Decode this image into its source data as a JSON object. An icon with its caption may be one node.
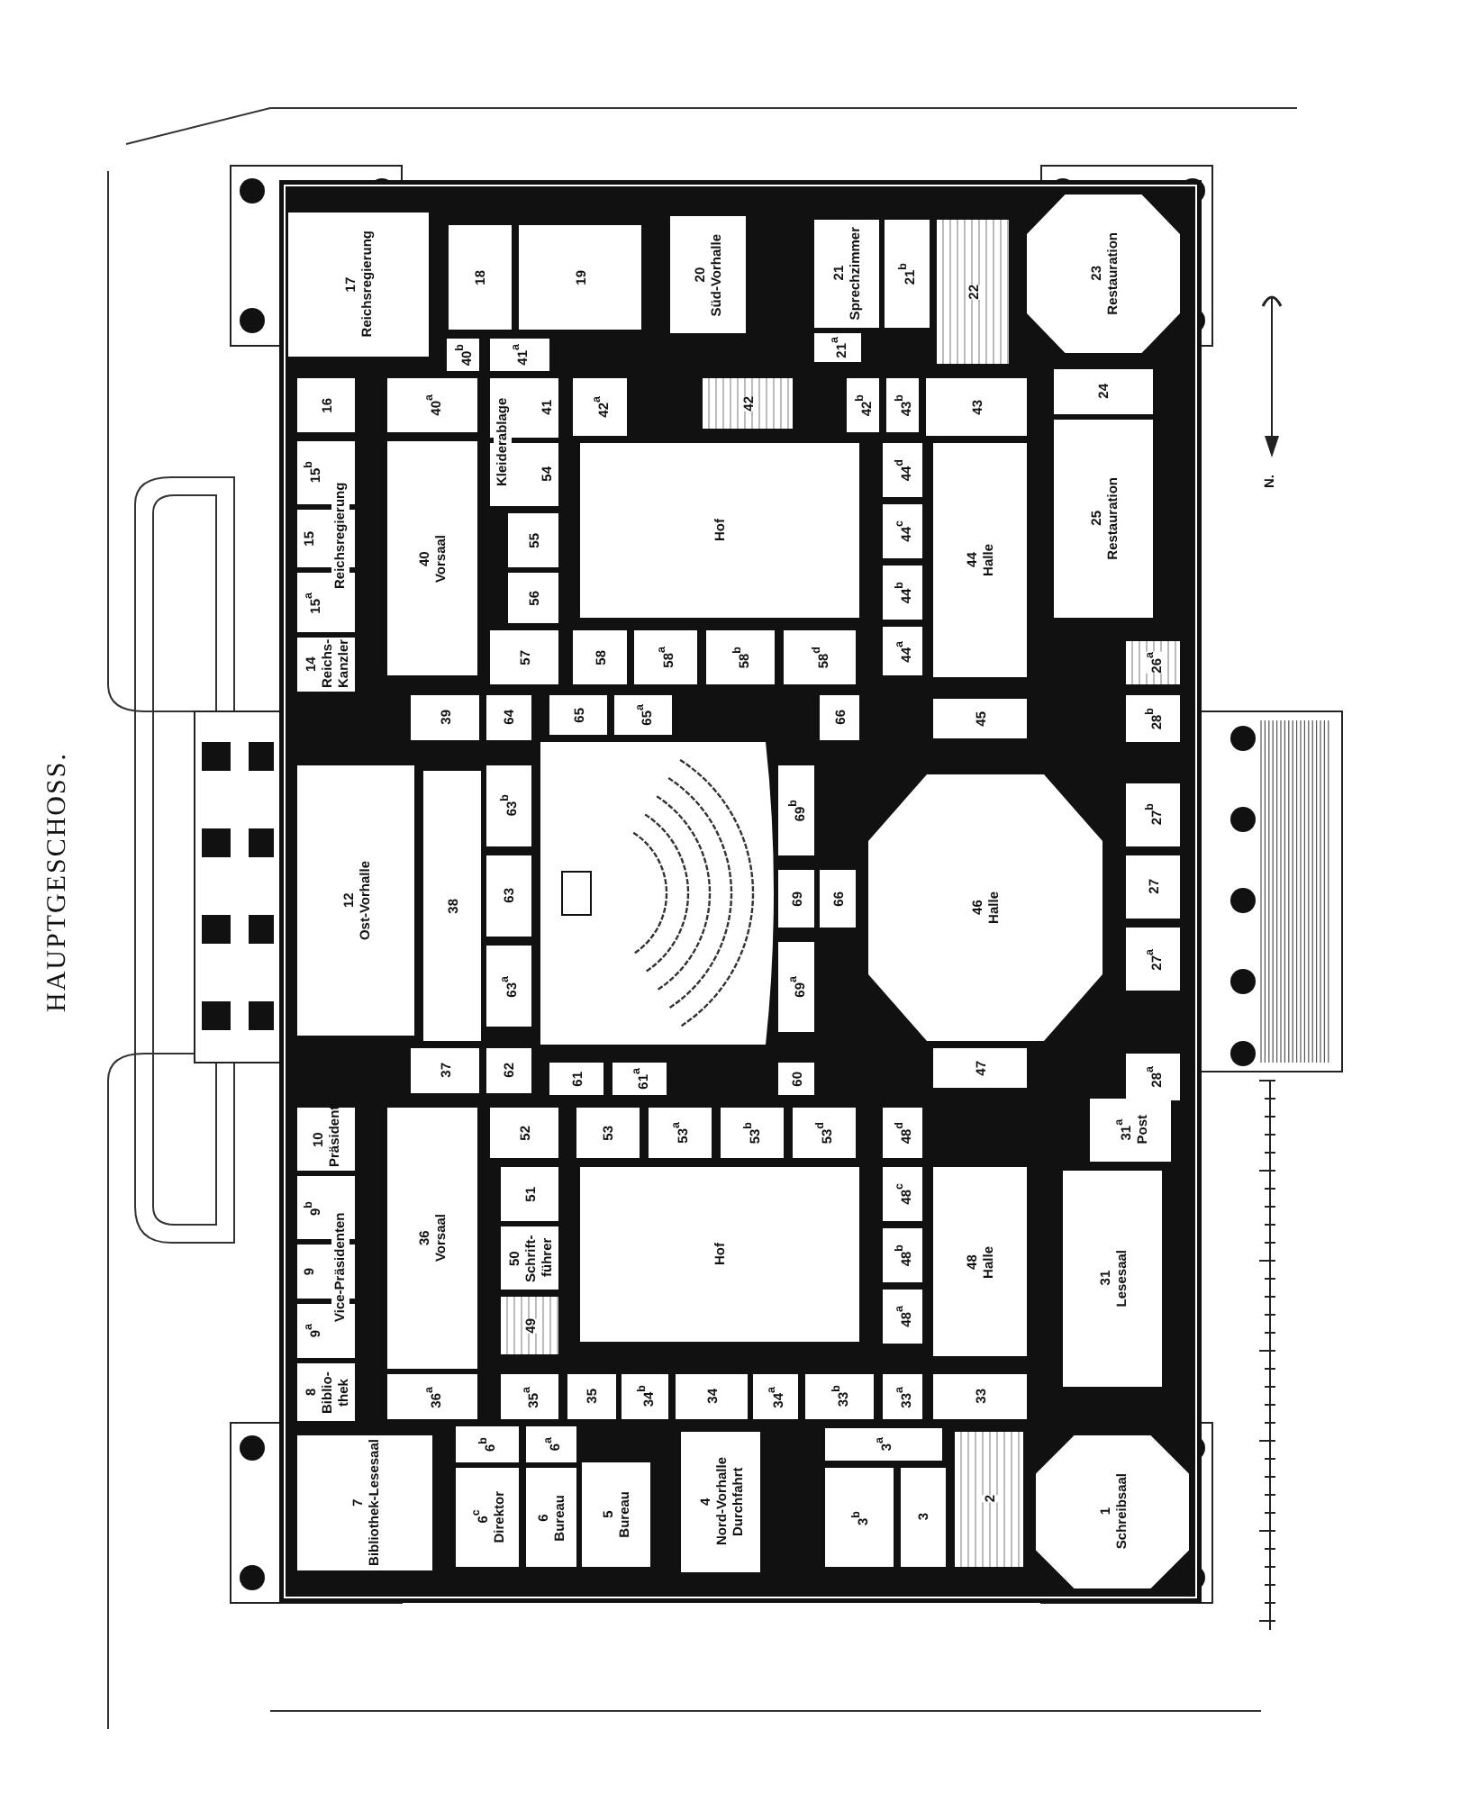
{
  "diagram": {
    "title": "HAUPTGESCHOSS.",
    "nodes": [
      {
        "text": [
          "17",
          "Reichsregierung"
        ]
      },
      {
        "text": [
          "18"
        ]
      },
      {
        "text": [
          "19"
        ]
      },
      {
        "text": [
          "20",
          "Süd-Vorhalle"
        ]
      },
      {
        "text": [
          "21",
          "Sprechzimmer"
        ]
      },
      {
        "text": [
          "21$^{b}$"
        ]
      },
      {
        "text": [
          "21$^{a}$"
        ]
      },
      {
        "text": [
          "22"
        ]
      },
      {
        "text": [
          "23",
          "Restauration"
        ]
      },
      {
        "text": [
          "40$^{b}$"
        ]
      },
      {
        "text": [
          "41$^{a}$"
        ]
      },
      {
        "text": [
          "16"
        ]
      },
      {
        "text": [
          "40$^{a}$"
        ]
      },
      {
        "text": [
          "41"
        ]
      },
      {
        "text": [
          "42$^{a}$"
        ]
      },
      {
        "text": [
          "42"
        ]
      },
      {
        "text": [
          "42$^{b}$"
        ]
      },
      {
        "text": [
          "43$^{b}$"
        ]
      },
      {
        "text": [
          "43"
        ]
      },
      {
        "text": [
          "24"
        ]
      },
      {
        "text": [
          "15$^{b}$"
        ]
      },
      {
        "text": [
          "15"
        ]
      },
      {
        "text": [
          "15$^{a}$"
        ]
      },
      {
        "text": [
          "40",
          "Vorsaal"
        ]
      },
      {
        "text": [
          "54"
        ]
      },
      {
        "text": [
          "55"
        ]
      },
      {
        "text": [
          "56"
        ]
      },
      {
        "text": [
          "Hof"
        ]
      },
      {
        "text": [
          "44$^{d}$"
        ]
      },
      {
        "text": [
          "44$^{c}$"
        ]
      },
      {
        "text": [
          "44$^{b}$"
        ]
      },
      {
        "text": [
          "44$^{a}$"
        ]
      },
      {
        "text": [
          "44",
          "Halle"
        ]
      },
      {
        "text": [
          "25",
          "Restauration"
        ]
      },
      {
        "text": [
          "14",
          "Reichs-Kanzler"
        ]
      },
      {
        "text": [
          "57"
        ]
      },
      {
        "text": [
          "58"
        ]
      },
      {
        "text": [
          "58$^{a}$"
        ]
      },
      {
        "text": [
          "58$^{b}$"
        ]
      },
      {
        "text": [
          "58$^{d}$"
        ]
      },
      {
        "text": [
          "26$^{a}$"
        ]
      },
      {
        "text": [
          "39"
        ]
      },
      {
        "text": [
          "64"
        ]
      },
      {
        "text": [
          "65"
        ]
      },
      {
        "text": [
          "65$^{a}$"
        ]
      },
      {
        "text": [
          "66"
        ]
      },
      {
        "text": [
          "45"
        ]
      },
      {
        "text": [
          "28$^{b}$"
        ]
      },
      {
        "text": [
          "12",
          "Ost-Vorhalle"
        ]
      },
      {
        "text": [
          "38"
        ]
      },
      {
        "text": [
          "63$^{b}$"
        ]
      },
      {
        "text": [
          "63"
        ]
      },
      {
        "text": [
          "63$^{a}$"
        ]
      },
      {
        "text": [
          "69$^{b}$"
        ]
      },
      {
        "text": [
          "69"
        ]
      },
      {
        "text": [
          "66"
        ]
      },
      {
        "text": [
          "69$^{a}$"
        ]
      },
      {
        "text": [
          "46",
          "Halle"
        ]
      },
      {
        "text": [
          "27$^{b}$"
        ]
      },
      {
        "text": [
          "27"
        ]
      },
      {
        "text": [
          "27$^{a}$"
        ]
      },
      {
        "text": [
          "37"
        ]
      },
      {
        "text": [
          "62"
        ]
      },
      {
        "text": [
          "61"
        ]
      },
      {
        "text": [
          "61$^{a}$"
        ]
      },
      {
        "text": [
          "60"
        ]
      },
      {
        "text": [
          "47"
        ]
      },
      {
        "text": [
          "28$^{a}$"
        ]
      },
      {
        "text": [
          "10",
          "Präsident"
        ]
      },
      {
        "text": [
          "9$^{b}$"
        ]
      },
      {
        "text": [
          "9"
        ]
      },
      {
        "text": [
          "9$^{a}$"
        ]
      },
      {
        "text": [
          "36",
          "Vorsaal"
        ]
      },
      {
        "text": [
          "52"
        ]
      },
      {
        "text": [
          "53"
        ]
      },
      {
        "text": [
          "53$^{a}$"
        ]
      },
      {
        "text": [
          "53$^{b}$"
        ]
      },
      {
        "text": [
          "53$^{d}$"
        ]
      },
      {
        "text": [
          "48$^{d}$"
        ]
      },
      {
        "text": [
          "31$^{a}$",
          "Post"
        ]
      },
      {
        "text": [
          "51"
        ]
      },
      {
        "text": [
          "50",
          "Schrift-führer"
        ]
      },
      {
        "text": [
          "49"
        ]
      },
      {
        "text": [
          "Hof"
        ]
      },
      {
        "text": [
          "48$^{c}$"
        ]
      },
      {
        "text": [
          "48$^{b}$"
        ]
      },
      {
        "text": [
          "48$^{a}$"
        ]
      },
      {
        "text": [
          "48",
          "Halle"
        ]
      },
      {
        "text": [
          "31",
          "Lesesaal"
        ]
      },
      {
        "text": [
          "8",
          "Biblio-thek"
        ]
      },
      {
        "text": [
          "36$^{a}$"
        ]
      },
      {
        "text": [
          "35$^{a}$"
        ]
      },
      {
        "text": [
          "35"
        ]
      },
      {
        "text": [
          "34$^{b}$"
        ]
      },
      {
        "text": [
          "34"
        ]
      },
      {
        "text": [
          "34$^{a}$"
        ]
      },
      {
        "text": [
          "33$^{b}$"
        ]
      },
      {
        "text": [
          "33$^{a}$"
        ]
      },
      {
        "text": [
          "33"
        ]
      },
      {
        "text": [
          "7",
          "Bibliothek-Lesesaal"
        ]
      },
      {
        "text": [
          "6$^{b}$"
        ]
      },
      {
        "text": [
          "6$^{a}$"
        ]
      },
      {
        "text": [
          "6$^{c}$",
          "Direktor"
        ]
      },
      {
        "text": [
          "6",
          "Bureau"
        ]
      },
      {
        "text": [
          "5",
          "Bureau"
        ]
      },
      {
        "text": [
          "4",
          "Nord-Vorhalle",
          "Durchfahrt"
        ]
      },
      {
        "text": [
          "3$^{a}$"
        ]
      },
      {
        "text": [
          "3$^{b}$"
        ]
      },
      {
        "text": [
          "3"
        ]
      },
      {
        "text": [
          "2"
        ]
      },
      {
        "text": [
          "1",
          "Schreibsaal"
        ]
      }
    ],
    "labels": [
      "Reichsregierung",
      "Kleiderablage",
      "Vice-Präsidenten",
      "N."
    ]
  }
}
